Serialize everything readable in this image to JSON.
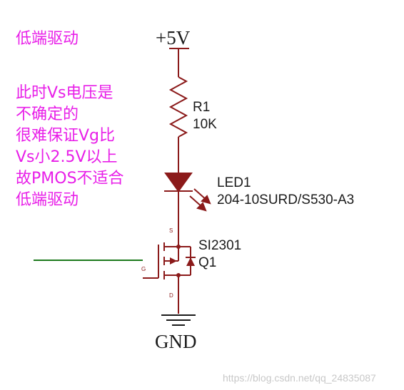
{
  "colors": {
    "wire": "#8b1a1a",
    "annotation": "#e81ee8",
    "gate_wire": "#1c7a1c",
    "text": "#1a1a1a",
    "pin_label": "#8b1a1a",
    "watermark": "#c8c8c8"
  },
  "annotations": {
    "title": "低端驱动",
    "notes": [
      "此时Vs电压是",
      "不确定的",
      "很难保证Vg比",
      "Vs小2.5V以上",
      "故PMOS不适合",
      "低端驱动"
    ]
  },
  "power": {
    "label": "+5V"
  },
  "resistor": {
    "ref": "R1",
    "value": "10K"
  },
  "led": {
    "ref": "LED1",
    "part": "204-10SURD/S530-A3"
  },
  "mosfet": {
    "part": "SI2301",
    "ref": "Q1",
    "pin_s": "S",
    "pin_g": "G",
    "pin_d": "D"
  },
  "ground": {
    "label": "GND"
  },
  "watermark": "https://blog.csdn.net/qq_24835087"
}
